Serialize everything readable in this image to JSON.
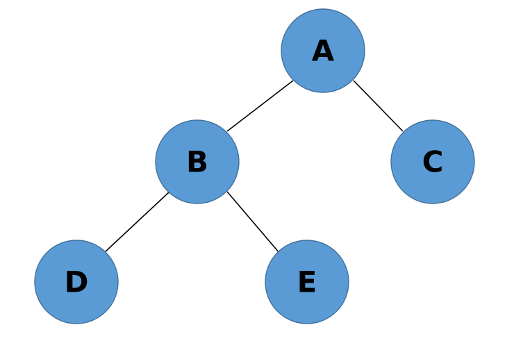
{
  "colors": {
    "node_fill": "#5b9bd5",
    "node_stroke": "#41719c",
    "edge": "#000000",
    "label": "#000000",
    "background": "#ffffff"
  },
  "nodes": [
    {
      "id": "A",
      "label": "A"
    },
    {
      "id": "B",
      "label": "B"
    },
    {
      "id": "C",
      "label": "C"
    },
    {
      "id": "D",
      "label": "D"
    },
    {
      "id": "E",
      "label": "E"
    }
  ],
  "edges": [
    {
      "from": "A",
      "to": "B"
    },
    {
      "from": "A",
      "to": "C"
    },
    {
      "from": "B",
      "to": "D"
    },
    {
      "from": "B",
      "to": "E"
    }
  ]
}
